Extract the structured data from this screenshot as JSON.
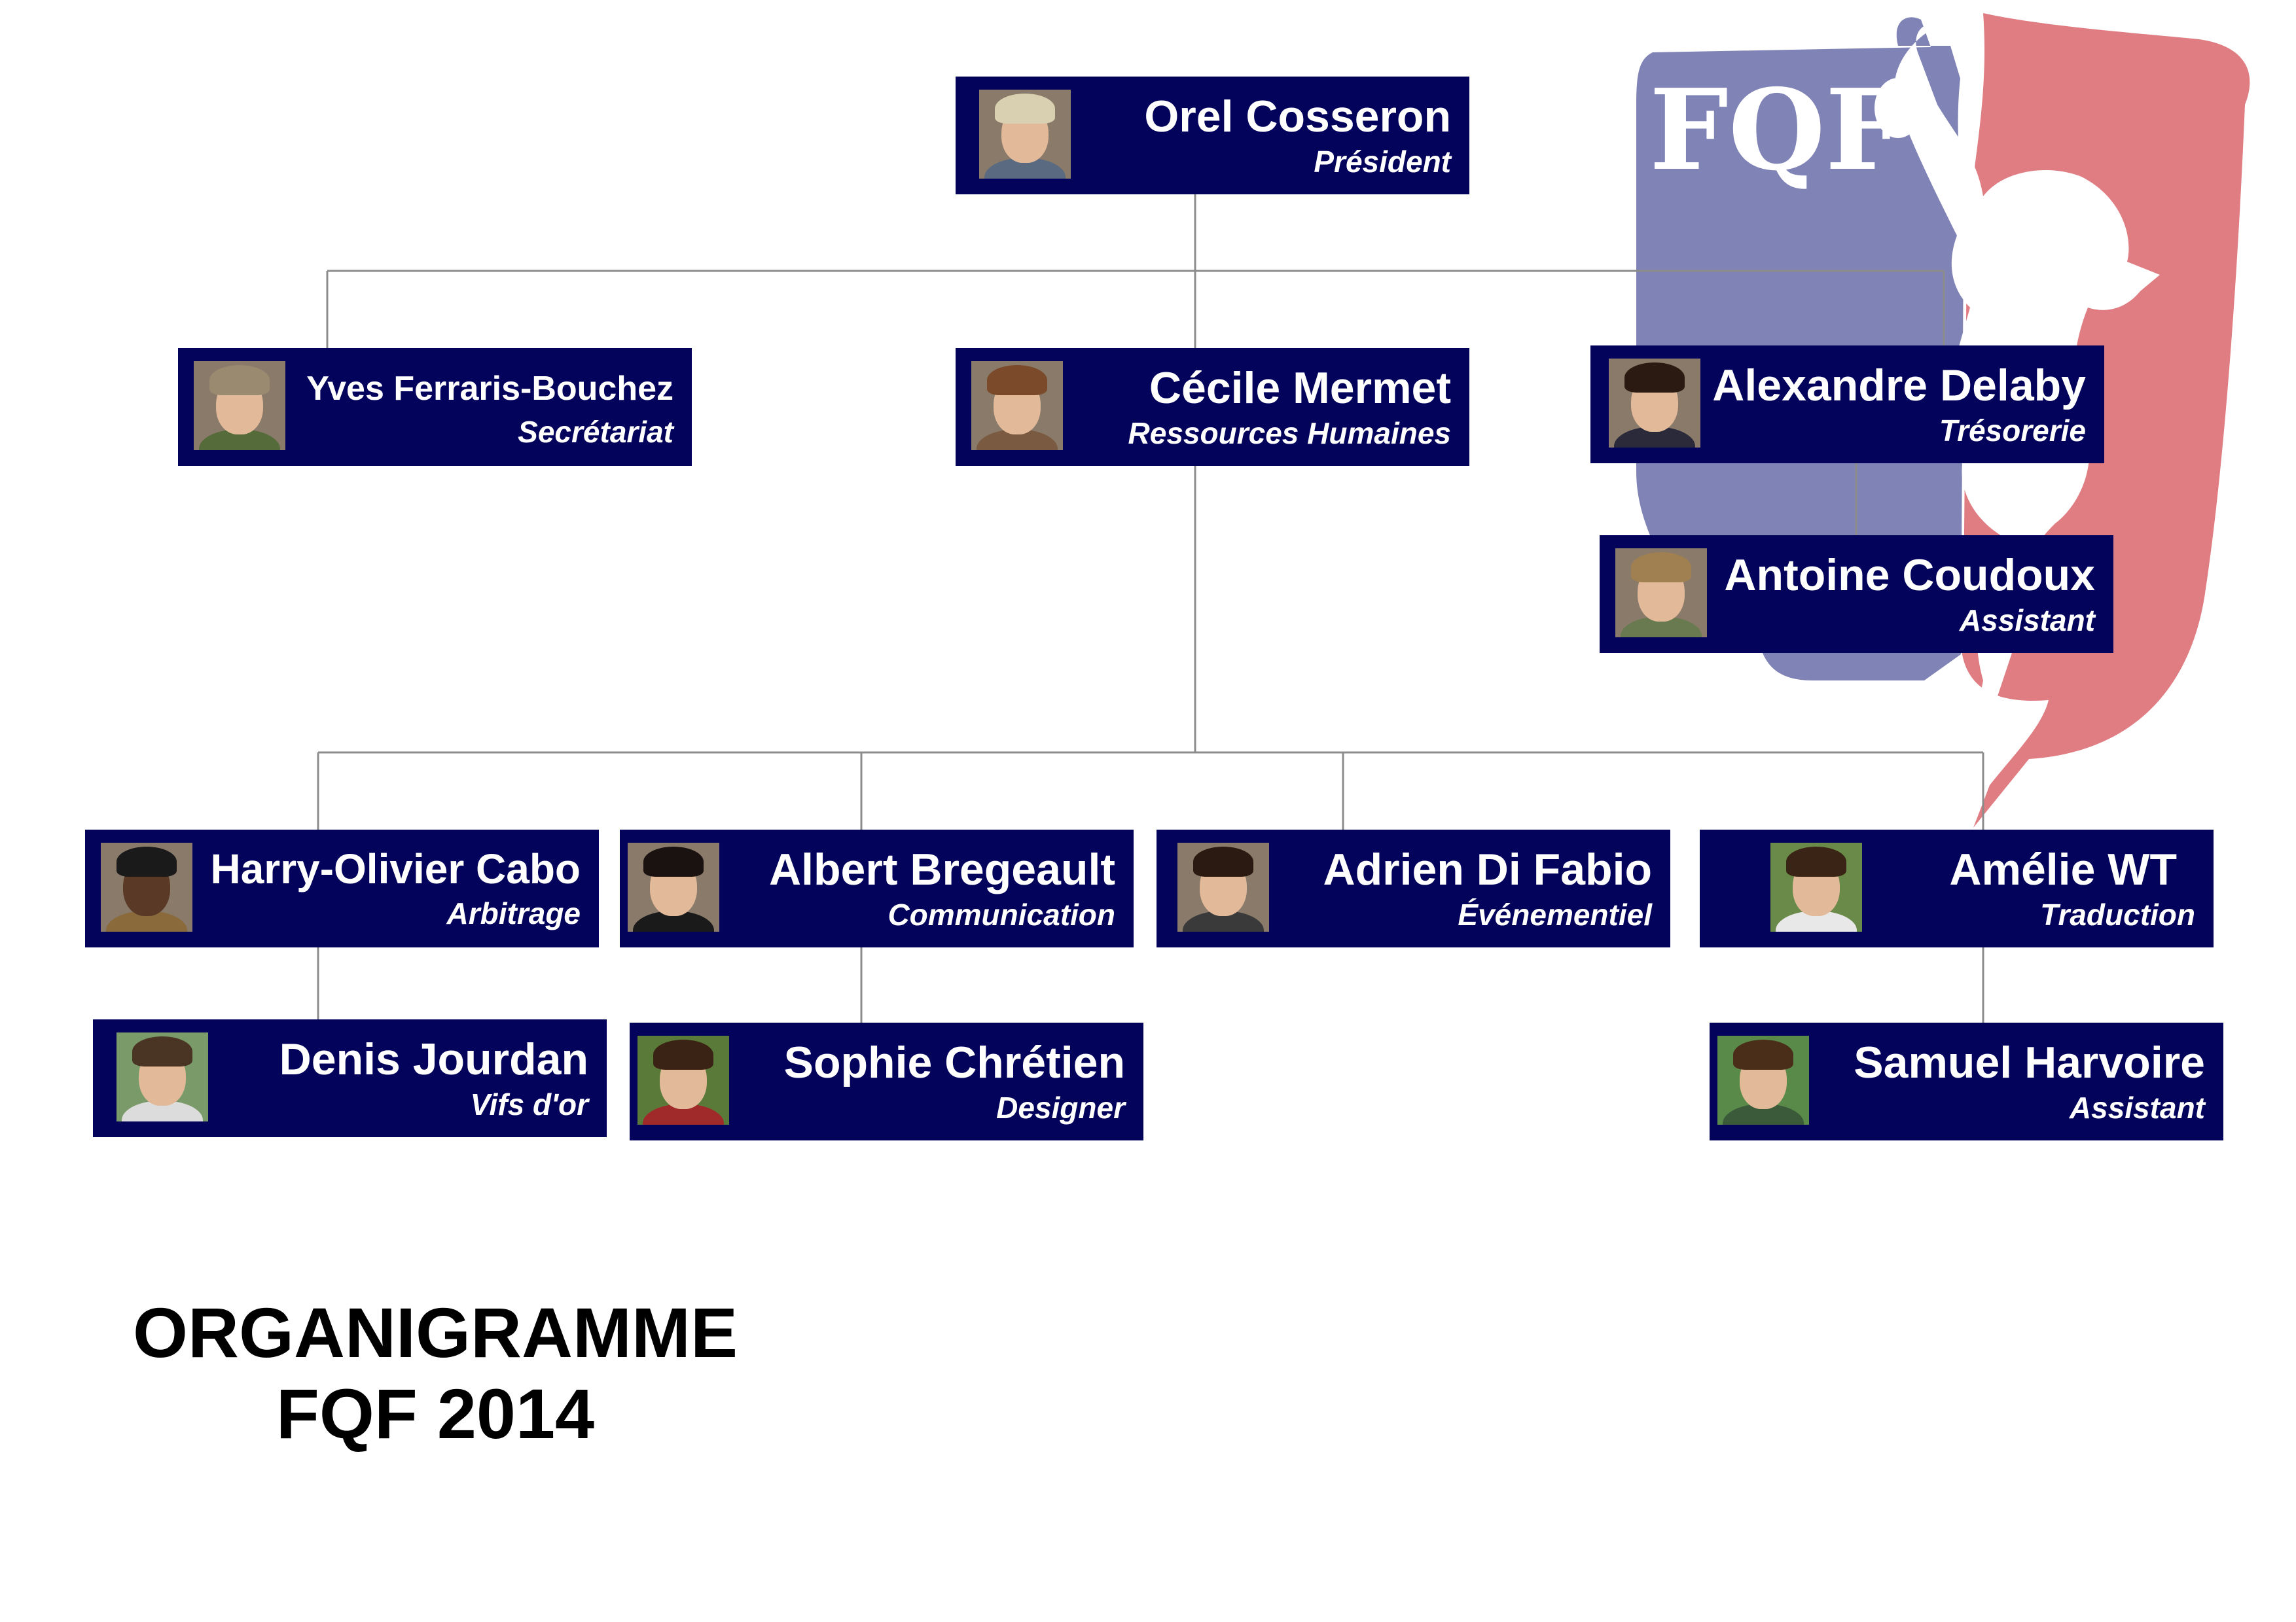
{
  "logo": {
    "text": "FQF",
    "colors": {
      "blue": "#8083b5",
      "red": "#df7d82"
    }
  },
  "colors": {
    "box": "#04035c",
    "connector": "#8c8c8c"
  },
  "people": {
    "president": {
      "name": "Orel Cosseron",
      "role": "Président"
    },
    "secretariat": {
      "name": "Yves Ferraris-Bouchez",
      "role": "Secrétariat"
    },
    "hr": {
      "name": "Cécile Mermet",
      "role": "Ressources Humaines"
    },
    "treasury": {
      "name": "Alexandre Delaby",
      "role": "Trésorerie"
    },
    "treasury_assistant": {
      "name": "Antoine Coudoux",
      "role": "Assistant"
    },
    "refereeing": {
      "name": "Harry-Olivier Cabo",
      "role": "Arbitrage"
    },
    "communication": {
      "name": "Albert Bregeault",
      "role": "Communication"
    },
    "events": {
      "name": "Adrien Di Fabio",
      "role": "Événementiel"
    },
    "translation": {
      "name": "Amélie WT",
      "role": "Traduction"
    },
    "vifs": {
      "name": "Denis Jourdan",
      "role": "Vifs d'or"
    },
    "designer": {
      "name": "Sophie Chrétien",
      "role": "Designer"
    },
    "translation_assistant": {
      "name": "Samuel Harvoire",
      "role": "Assistant"
    }
  },
  "title": {
    "line1": "ORGANIGRAMME",
    "line2": "FQF 2014"
  }
}
